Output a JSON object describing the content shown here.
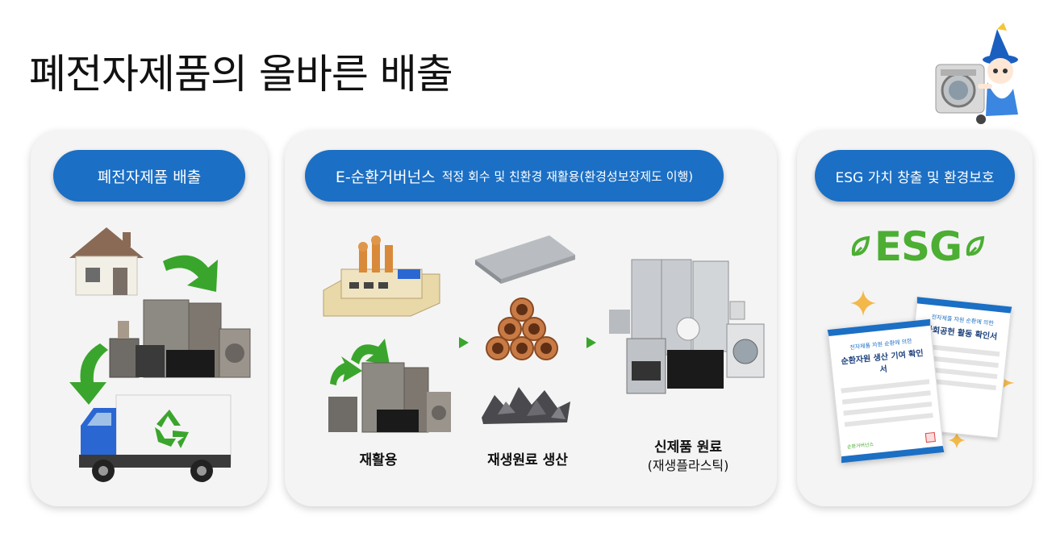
{
  "title": "폐전자제품의 올바른 배출",
  "panels": [
    {
      "heading": "폐전자제품 배출"
    },
    {
      "heading": "E-순환거버넌스",
      "heading_sub": "적정 회수 및 친환경 재활용(환경성보장제도 이행)"
    },
    {
      "heading": "ESG 가치 창출 및 환경보호"
    }
  ],
  "steps": {
    "recycle": "재활용",
    "raw_material": "재생원료 생산",
    "new_material": "신제품 원료",
    "new_material_sub": "(재생플라스틱)"
  },
  "esg": {
    "logo": "ESG",
    "cert_left_line1": "전자제품 자원 순환에 의한",
    "cert_left_line2": "순환자원 생산 기여 확인서",
    "cert_right_line1": "전자제품 자원 순환에 의한",
    "cert_right_line2": "사회공헌 활동 확인서",
    "cert_footer": "순환거버넌스"
  },
  "colors": {
    "accent": "#1b6fc4",
    "arrow_green": "#3aa52c",
    "esg_green": "#4cae33"
  }
}
